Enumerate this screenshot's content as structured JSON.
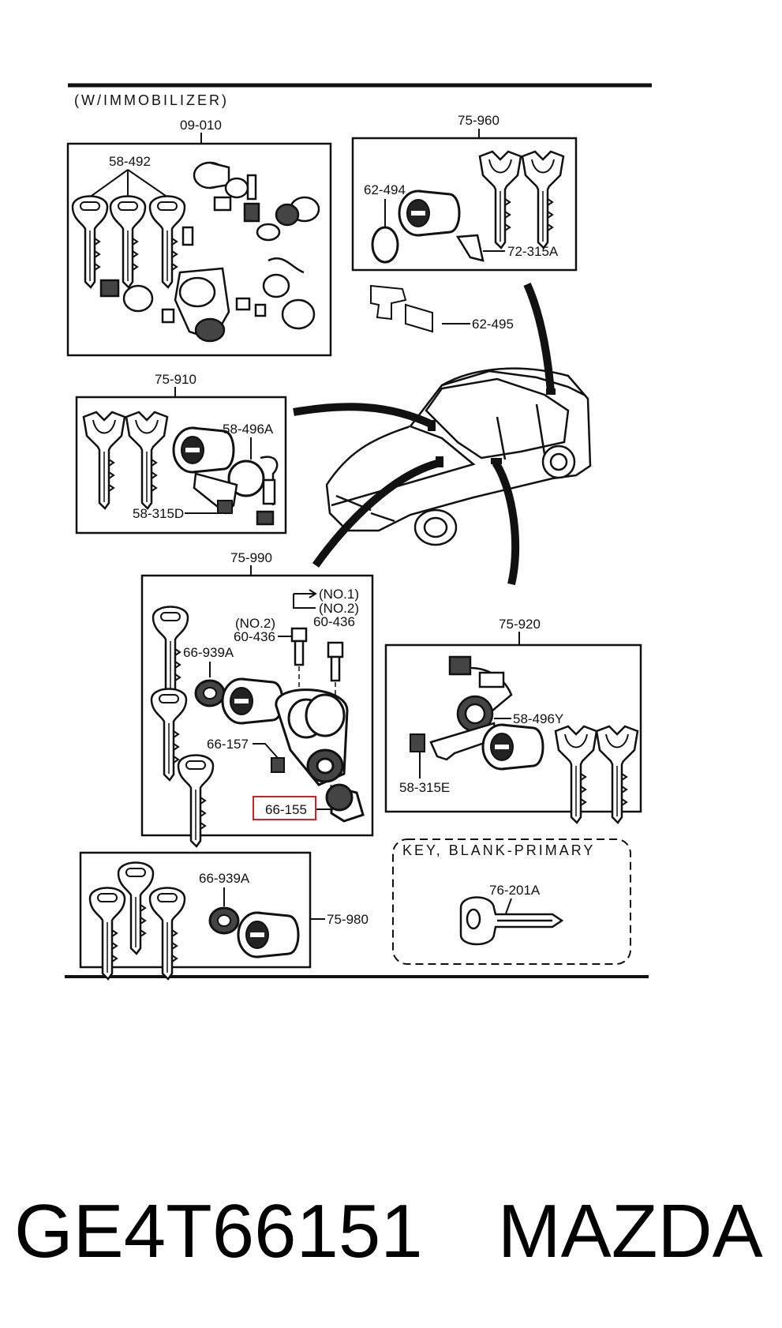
{
  "header": "(W/IMMOBILIZER)",
  "groups": {
    "g09010": "09-010",
    "g75960": "75-960",
    "g75910": "75-910",
    "g75990": "75-990",
    "g75920": "75-920",
    "g75980": "75-980",
    "blank_title": "KEY, BLANK-PRIMARY"
  },
  "parts": {
    "p58492": "58-492",
    "p62494": "62-494",
    "p72315A": "72-315A",
    "p62495": "62-495",
    "p58496A": "58-496A",
    "p58315D": "58-315D",
    "no1": "(NO.1)",
    "no2a": "(NO.2)",
    "no2b": "(NO.2)",
    "p60436a": "60-436",
    "p60436b": "60-436",
    "p66939A_a": "66-939A",
    "p66157": "66-157",
    "p66155": "66-155",
    "p58496Y": "58-496Y",
    "p58315E": "58-315E",
    "p66939A_b": "66-939A",
    "p76201A": "76-201A"
  },
  "caption": {
    "part_number": "GE4T66151",
    "brand": "MAZDA"
  },
  "highlight_color": "#d9202a"
}
